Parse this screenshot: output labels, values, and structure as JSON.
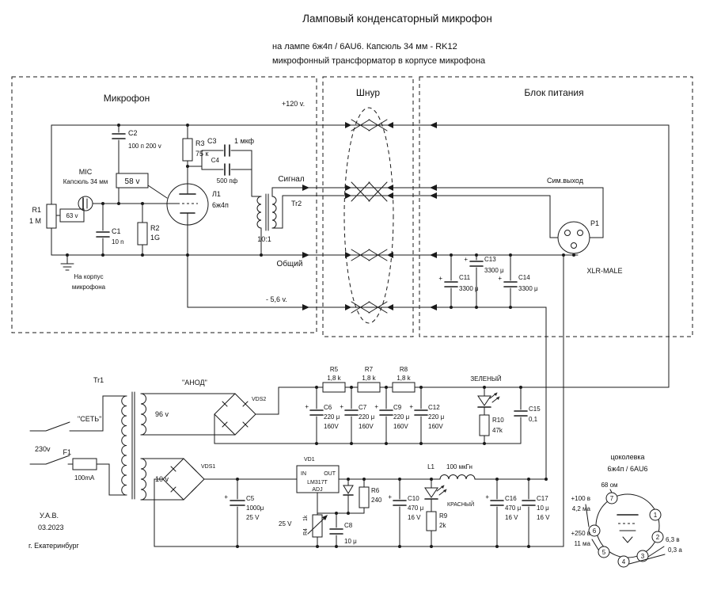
{
  "header": {
    "title": "Ламповый конденсаторный микрофон",
    "subtitle1": "на лампе 6ж4п / 6AU6. Капсюль 34 мм - RK12",
    "subtitle2": "микрофонный трансформатор в корпусе микрофона"
  },
  "mic": {
    "box_label": "Микрофон",
    "v120": "+120 v.",
    "c2_name": "C2",
    "c2_val": "100 п 200 v",
    "r3_name": "R3",
    "r3_val": "75 к",
    "c3_name": "C3",
    "c3_val": "1 мкф",
    "c4_name": "C4",
    "c4_val": "500 пф",
    "mic_label": "MIC",
    "capsule_label": "Капсюль 34 мм",
    "v58": "58 v",
    "v63": "63 v",
    "tube_name": "Л1",
    "tube_type": "6ж4п",
    "tr2_name": "Tr2",
    "tr2_ratio": "10:1",
    "signal": "Сигнал",
    "common": "Общий",
    "r1_name": "R1",
    "r1_val": "1 М",
    "c1_name": "C1",
    "c1_val": "10 n",
    "r2_name": "R2",
    "r2_val": "1G",
    "body1": "На корпус",
    "body2": "микрофона",
    "vneg": "- 5,6 v."
  },
  "cord": {
    "box_label": "Шнур"
  },
  "psu": {
    "box_label": "Блок питания",
    "sym_out": "Сим.выход",
    "p1": "P1",
    "xlr": "XLR-MALE",
    "plus": "+",
    "c11_name": "С11",
    "c11_val": "3300 μ",
    "c13_name": "С13",
    "c13_val": "3300 μ",
    "c14_name": "С14",
    "c14_val": "3300 μ"
  },
  "bottom": {
    "tr1": "Tr1",
    "anode": "\"АНОД\"",
    "mains": "\"СЕТЬ\"",
    "v230": "230v",
    "f1_name": "F1",
    "f1_val": "100mA",
    "v96": "96 v",
    "v10": "10 v",
    "vds2": "VDS2",
    "vds1": "VDS1",
    "r5_name": "R5",
    "r5_val": "1,8 k",
    "r7_name": "R7",
    "r7_val": "1,8 k",
    "r8_name": "R8",
    "r8_val": "1,8 k",
    "c6_name": "С6",
    "c6_val": "220 μ",
    "c6_volt": "160V",
    "c7_name": "С7",
    "c7_val": "220 μ",
    "c7_volt": "160V",
    "c9_name": "С9",
    "c9_val": "220 μ",
    "c9_volt": "160V",
    "c12_name": "С12",
    "c12_val": "220 μ",
    "c12_volt": "160V",
    "green": "ЗЕЛЕНЫЙ",
    "r10_name": "R10",
    "r10_val": "47k",
    "c15_name": "С15",
    "c15_val": "0,1",
    "vd1": "VD1",
    "lm_in": "IN",
    "lm_out": "OUT",
    "lm_name": "LM317T",
    "lm_adj": "ADJ",
    "r6_name": "R6",
    "r6_val": "240",
    "c5_name": "С5",
    "c5_val": "1000μ",
    "c5_volt": "25 V",
    "v25": "25 V",
    "r4_name": "R4",
    "r4_val": "1k",
    "c8_name": "С8",
    "c8_val": "10 μ",
    "c10_name": "С10",
    "c10_val": "470 μ",
    "c10_volt": "16 V",
    "red": "КРАСНЫЙ",
    "r9_name": "R9",
    "r9_val": "2k",
    "l1_name": "L1",
    "l1_val": "100 мкГн",
    "c16_name": "С16",
    "c16_val": "470 μ",
    "c16_volt": "16 V",
    "c17_name": "С17",
    "c17_val": "10 μ",
    "c17_volt": "16 V",
    "author1": "У.А.В.",
    "author2": "03.2023",
    "author3": "г. Екатеринбург"
  },
  "pinout": {
    "title1": "цоколевка",
    "title2": "6ж4п / 6AU6",
    "heater_r": "68 ом",
    "v100": "+100 в",
    "i42": "4,2 ма",
    "v250": "+250 в",
    "i11": "11 ма",
    "v63": "6,3 в",
    "i03": "0,3 а",
    "pins": [
      "1",
      "2",
      "3",
      "4",
      "5",
      "6",
      "7"
    ]
  }
}
